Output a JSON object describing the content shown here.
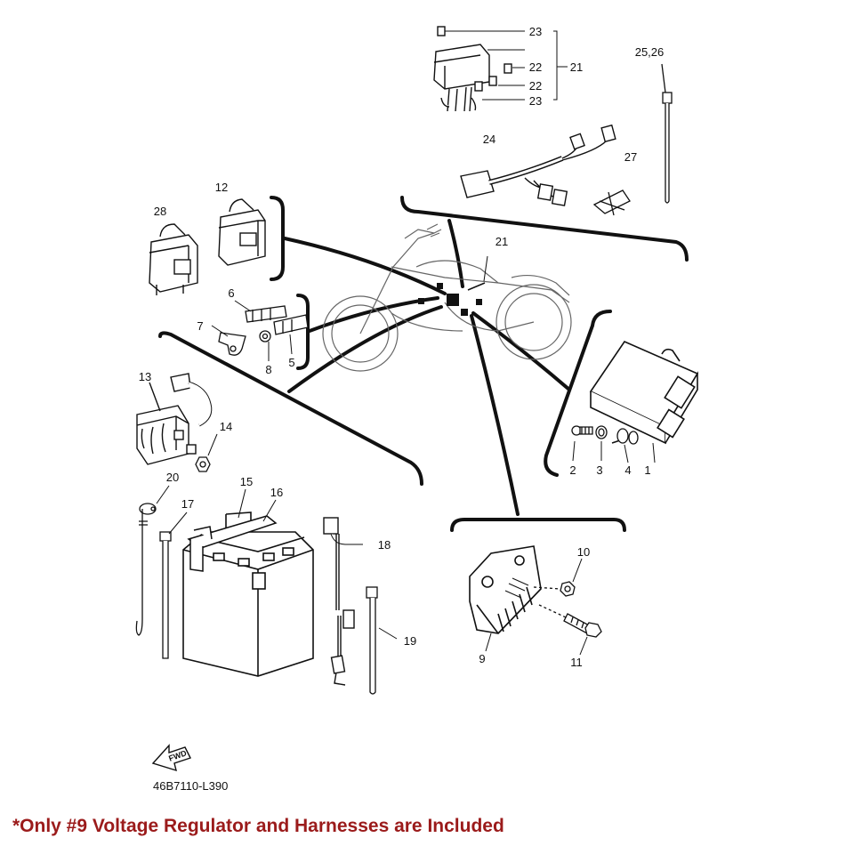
{
  "diagram": {
    "drawing_code": "46B7110-L390",
    "fwd_label": "FWD",
    "part_labels": {
      "p1": "1",
      "p2": "2",
      "p3": "3",
      "p4": "4",
      "p5": "5",
      "p6": "6",
      "p7": "7",
      "p8": "8",
      "p9": "9",
      "p10": "10",
      "p11": "11",
      "p12": "12",
      "p13": "13",
      "p14": "14",
      "p15": "15",
      "p16": "16",
      "p17": "17",
      "p18": "18",
      "p19": "19",
      "p20": "20",
      "p21_top": "21",
      "p21_bike": "21",
      "p22_a": "22",
      "p22_b": "22",
      "p23_a": "23",
      "p23_b": "23",
      "p24": "24",
      "p25_26": "25,26",
      "p27": "27",
      "p28": "28"
    }
  },
  "note": "*Only #9 Voltage Regulator and Harnesses are Included",
  "colors": {
    "note": "#9b1b1b",
    "line": "#111111"
  }
}
